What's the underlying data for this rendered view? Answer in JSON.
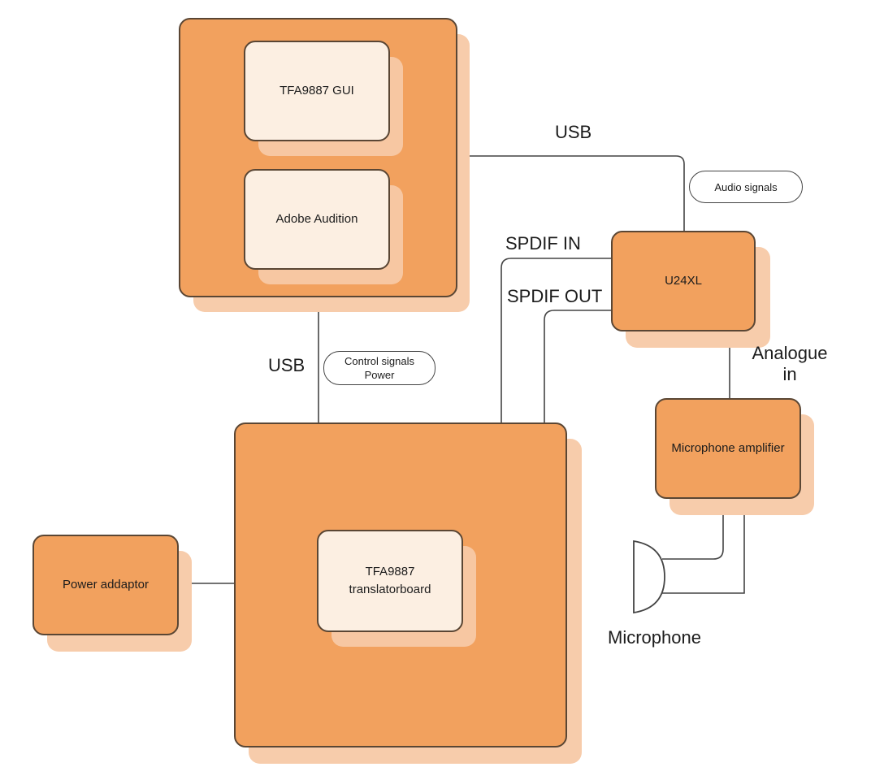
{
  "blocks": {
    "pc": {
      "gui": "TFA9887 GUI",
      "audition": "Adobe Audition"
    },
    "board": {
      "inner": "TFA9887\ntranslatorboard"
    },
    "u24": "U24XL",
    "mic_amp": "Microphone amplifier",
    "power": "Power addaptor"
  },
  "labels": {
    "usb_top": "USB",
    "usb_left": "USB",
    "spdif_in": "SPDIF IN",
    "spdif_out": "SPDIF OUT",
    "analogue_in": "Analogue\nin",
    "microphone": "Microphone"
  },
  "pills": {
    "audio_signals": "Audio signals",
    "control_signals": "Control signals\nPower"
  },
  "icons": [
    "speaker-icon",
    "speaker-icon",
    "microphone-icon"
  ],
  "colors": {
    "block_fill": "#f2a15e",
    "inner_fill": "#fcefe2",
    "shadow": "#f7ccab",
    "line": "#444444"
  }
}
